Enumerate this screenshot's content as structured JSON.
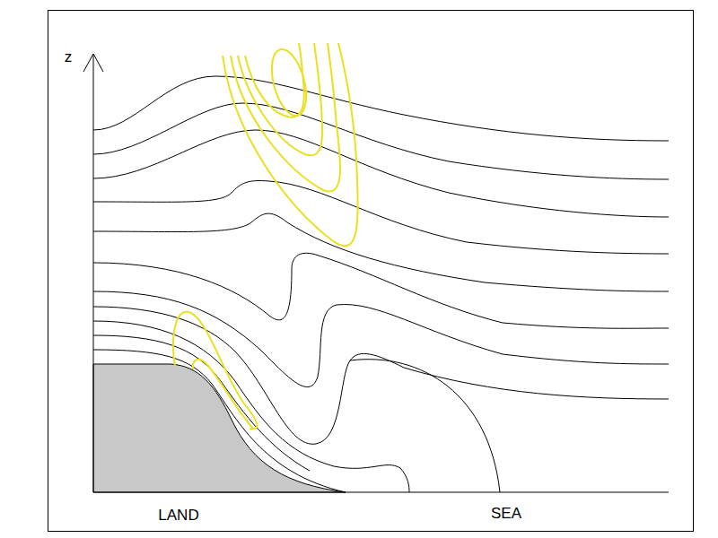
{
  "diagram": {
    "labels": [
      "z",
      "LAND",
      "SEA"
    ]
  }
}
